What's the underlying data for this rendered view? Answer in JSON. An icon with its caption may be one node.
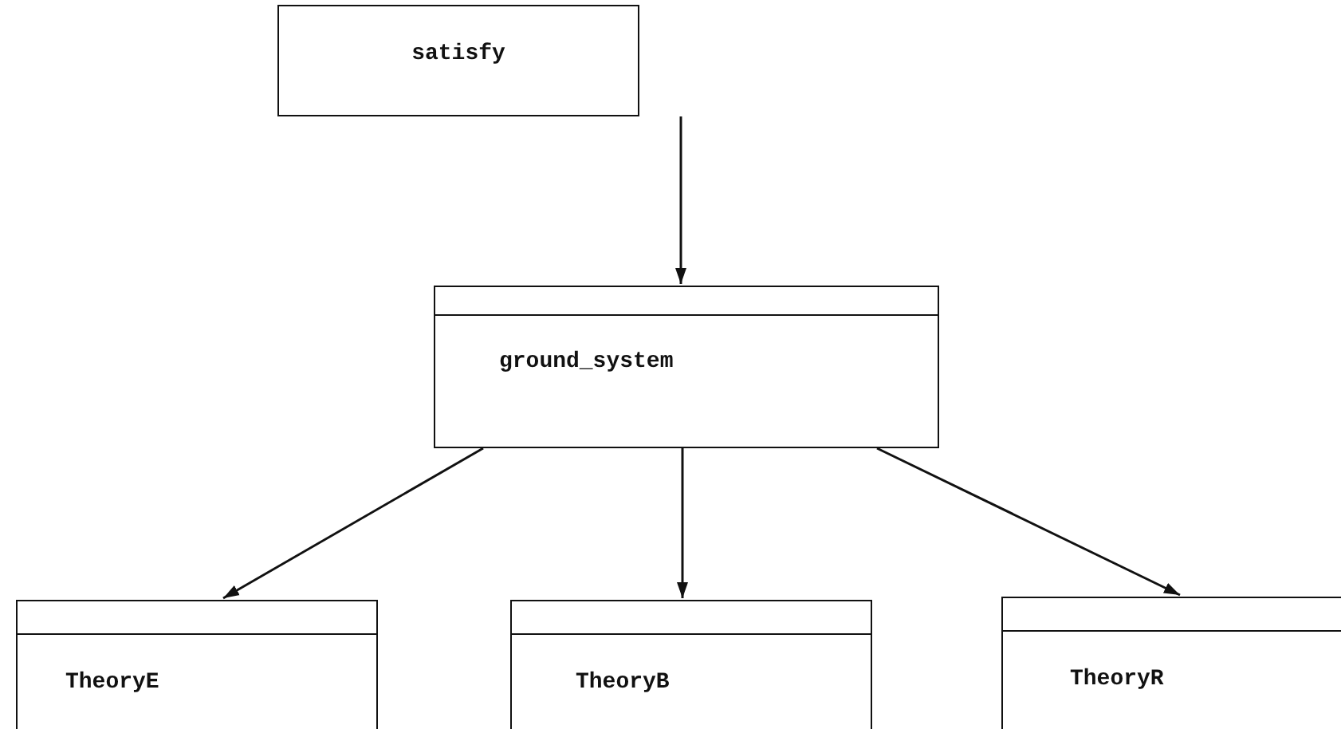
{
  "diagram": {
    "nodes": [
      {
        "text": [
          "satisfy"
        ]
      },
      {
        "text": [
          "ground_system"
        ]
      },
      {
        "text": [
          "TheoryE"
        ]
      },
      {
        "text": [
          "TheoryB"
        ]
      },
      {
        "text": [
          "TheoryR"
        ]
      }
    ],
    "edges": [
      {
        "from": 0,
        "to": 1,
        "arrow": "to"
      },
      {
        "from": 1,
        "to": 2,
        "arrow": "to"
      },
      {
        "from": 1,
        "to": 3,
        "arrow": "to"
      },
      {
        "from": 1,
        "to": 4,
        "arrow": "to"
      }
    ]
  }
}
